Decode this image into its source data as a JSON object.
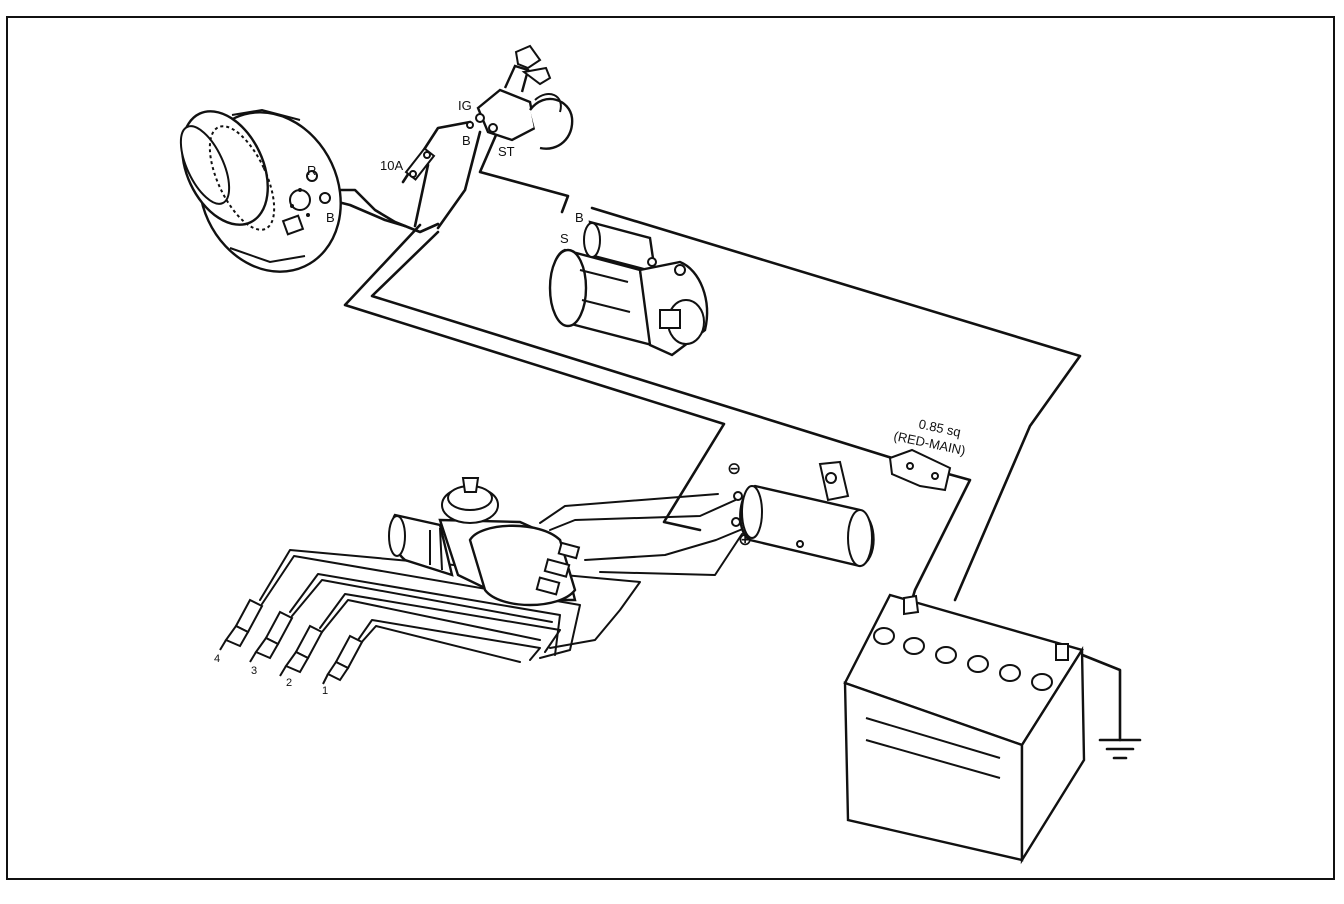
{
  "labels": {
    "alternator_r": "R",
    "alternator_b": "B",
    "fuse_10a": "10A",
    "switch_ig": "IG",
    "switch_b": "B",
    "switch_st": "ST",
    "starter_b": "B",
    "starter_s": "S",
    "wire_spec_1": "0.85 sq",
    "wire_spec_2": "(RED-MAIN)",
    "coil_negative": "⊖",
    "coil_positive": "⊕",
    "plug_4": "4",
    "plug_3": "3",
    "plug_2": "2",
    "plug_1": "1"
  },
  "colors": {
    "line": "#111111",
    "background": "#ffffff"
  }
}
